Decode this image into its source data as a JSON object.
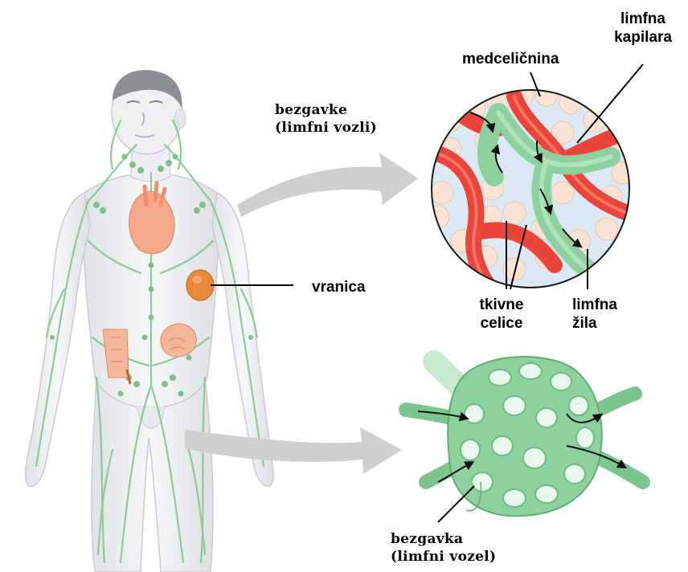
{
  "labels": {
    "lymph_nodes_top_line1": "bezgavke",
    "lymph_nodes_top_line2": "(limfni vozli)",
    "spleen": "vranica",
    "interstitial": "medceličnina",
    "lymph_capillary_line1": "limfna",
    "lymph_capillary_line2": "kapilara",
    "tissue_cells_line1": "tkivne",
    "tissue_cells_line2": "celice",
    "lymph_vessel_line1": "limfna",
    "lymph_vessel_line2": "žila",
    "lymph_node_bottom_line1": "bezgavka",
    "lymph_node_bottom_line2": "(limfni vozel)"
  },
  "colors": {
    "lymph_green": "#8fc99a",
    "lymph_green_dark": "#4fa66a",
    "blood_red": "#e8463a",
    "skin": "#eef0f2",
    "organ": "#f5a98a",
    "spleen": "#e8893c",
    "cell": "#f8e3d4",
    "arrow_gray": "#cfcfcf"
  }
}
